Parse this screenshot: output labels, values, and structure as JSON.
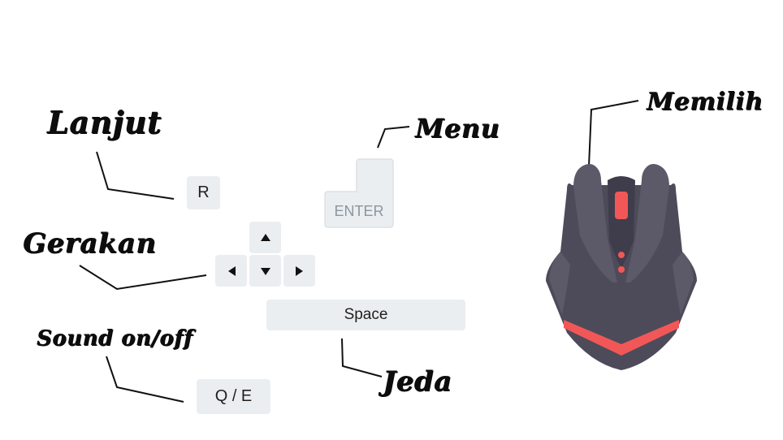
{
  "labels": {
    "lanjut": "Lanjut",
    "menu": "Menu",
    "gerakan": "Gerakan",
    "sound": "Sound on/off",
    "jeda": "Jeda",
    "memilih": "Memilih"
  },
  "keys": {
    "r": "R",
    "enter": "ENTER",
    "space": "Space",
    "qe": "Q / E"
  },
  "icons": {
    "arrow_up": "arrow-up-icon",
    "arrow_down": "arrow-down-icon",
    "arrow_left": "arrow-left-icon",
    "arrow_right": "arrow-right-icon",
    "mouse": "mouse-icon"
  },
  "colors": {
    "key_bg": "#ebeef0",
    "mouse_body": "#4d4b59",
    "mouse_accent": "#f25757"
  }
}
